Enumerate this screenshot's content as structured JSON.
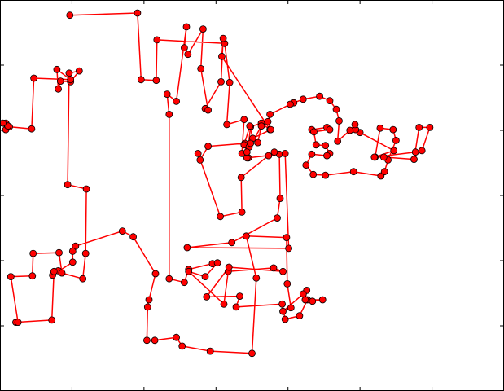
{
  "chart_data": {
    "type": "line",
    "title": "",
    "xlabel": "",
    "ylabel": "",
    "grid": false,
    "xlim": [
      0,
      700
    ],
    "ylim": [
      0,
      540
    ],
    "xticks": [
      100,
      200,
      300,
      400,
      500,
      600
    ],
    "yticks": [
      90,
      180,
      270,
      360,
      450
    ],
    "series": [
      {
        "line_color": "#ff0000",
        "marker_color": "#ff0000",
        "marker_edge_color": "#000000",
        "points": [
          [
            97,
            519
          ],
          [
            191,
            522
          ],
          [
            196,
            430
          ],
          [
            217,
            429
          ],
          [
            218,
            485
          ],
          [
            312,
            480
          ],
          [
            319,
            426
          ],
          [
            315,
            368
          ],
          [
            339,
            375
          ],
          [
            336,
            328
          ],
          [
            345,
            322
          ],
          [
            388,
            327
          ],
          [
            389,
            266
          ],
          [
            385,
            239
          ],
          [
            322,
            205
          ],
          [
            260,
            198
          ],
          [
            401,
            197
          ],
          [
            396,
            328
          ],
          [
            381,
            330
          ],
          [
            373,
            325
          ],
          [
            335,
            295
          ],
          [
            336,
            247
          ],
          [
            306,
            241
          ],
          [
            275,
            328
          ],
          [
            278,
            319
          ],
          [
            289,
            338
          ],
          [
            340,
            342
          ],
          [
            343,
            322
          ],
          [
            348,
            365
          ],
          [
            363,
            370
          ],
          [
            375,
            361
          ],
          [
            308,
            462
          ],
          [
            310,
            487
          ],
          [
            307,
            427
          ],
          [
            285,
            390
          ],
          [
            289,
            388
          ],
          [
            279,
            445
          ],
          [
            282,
            500
          ],
          [
            261,
            465
          ],
          [
            256,
            474
          ],
          [
            259,
            503
          ],
          [
            245,
            400
          ],
          [
            232,
            410
          ],
          [
            235,
            382
          ],
          [
            235,
            155
          ],
          [
            256,
            150
          ],
          [
            262,
            168
          ],
          [
            295,
            176
          ],
          [
            302,
            177
          ],
          [
            285,
            158
          ],
          [
            262,
            165
          ],
          [
            311,
            120
          ],
          [
            317,
            165
          ],
          [
            380,
            170
          ],
          [
            393,
            165
          ],
          [
            318,
            171
          ],
          [
            287,
            130
          ],
          [
            333,
            131
          ],
          [
            328,
            116
          ],
          [
            392,
            120
          ],
          [
            396,
            99
          ],
          [
            416,
            104
          ],
          [
            427,
            126
          ],
          [
            448,
            126
          ],
          [
            434,
            124
          ],
          [
            424,
            126
          ],
          [
            426,
            139
          ],
          [
            421,
            134
          ],
          [
            393,
            110
          ],
          [
            404,
            115
          ],
          [
            399,
            148
          ],
          [
            398,
            212
          ],
          [
            342,
            214
          ],
          [
            356,
            156
          ],
          [
            350,
            52
          ],
          [
            292,
            55
          ],
          [
            253,
            62
          ],
          [
            245,
            74
          ],
          [
            215,
            70
          ],
          [
            204,
            70
          ],
          [
            205,
            116
          ],
          [
            207,
            126
          ],
          [
            216,
            162
          ],
          [
            185,
            213
          ],
          [
            170,
            221
          ],
          [
            105,
            200
          ],
          [
            101,
            193
          ],
          [
            101,
            178
          ],
          [
            73,
            160
          ],
          [
            81,
            166
          ],
          [
            75,
            165
          ],
          [
            72,
            98
          ],
          [
            22,
            95
          ],
          [
            25,
            95
          ],
          [
            15,
            158
          ],
          [
            45,
            159
          ],
          [
            46,
            190
          ],
          [
            82,
            191
          ],
          [
            86,
            163
          ],
          [
            115,
            155
          ],
          [
            119,
            190
          ],
          [
            120,
            279
          ],
          [
            94,
            285
          ],
          [
            96,
            439
          ],
          [
            110,
            442
          ],
          [
            98,
            427
          ],
          [
            84,
            428
          ],
          [
            81,
            417
          ],
          [
            79,
            444
          ],
          [
            98,
            430
          ],
          [
            47,
            432
          ],
          [
            44,
            362
          ],
          [
            13,
            365
          ],
          [
            8,
            361
          ],
          [
            10,
            367
          ],
          [
            8,
            370
          ],
          [
            11,
            366
          ],
          [
            4,
            370
          ]
        ]
      },
      {
        "line_color": "#ff0000",
        "marker_color": "#ff0000",
        "marker_edge_color": "#000000",
        "points": [
          [
            433,
            361
          ],
          [
            454,
            364
          ],
          [
            458,
            361
          ],
          [
            436,
            358
          ],
          [
            439,
            340
          ],
          [
            452,
            339
          ],
          [
            458,
            328
          ],
          [
            454,
            325
          ],
          [
            433,
            327
          ],
          [
            425,
            312
          ],
          [
            435,
            299
          ],
          [
            452,
            298
          ],
          [
            491,
            303
          ],
          [
            529,
            297
          ],
          [
            534,
            303
          ],
          [
            539,
            319
          ],
          [
            550,
            346
          ],
          [
            546,
            361
          ],
          [
            528,
            363
          ],
          [
            521,
            323
          ],
          [
            533,
            323
          ],
          [
            575,
            320
          ],
          [
            582,
            364
          ],
          [
            597,
            364
          ],
          [
            586,
            332
          ],
          [
            577,
            330
          ],
          [
            520,
            323
          ],
          [
            547,
            332
          ],
          [
            500,
            357
          ],
          [
            494,
            361
          ],
          [
            493,
            368
          ],
          [
            486,
            360
          ],
          [
            469,
            345
          ],
          [
            471,
            373
          ],
          [
            467,
            389
          ],
          [
            458,
            401
          ],
          [
            444,
            407
          ],
          [
            421,
            403
          ],
          [
            408,
            398
          ],
          [
            403,
            396
          ],
          [
            375,
            382
          ],
          [
            372,
            372
          ],
          [
            376,
            361
          ],
          [
            351,
            349
          ],
          [
            347,
            366
          ],
          [
            339,
            340
          ],
          [
            346,
            337
          ],
          [
            343,
            330
          ],
          [
            363,
            366
          ],
          [
            358,
            343
          ],
          [
            348,
            342
          ]
        ]
      }
    ]
  }
}
